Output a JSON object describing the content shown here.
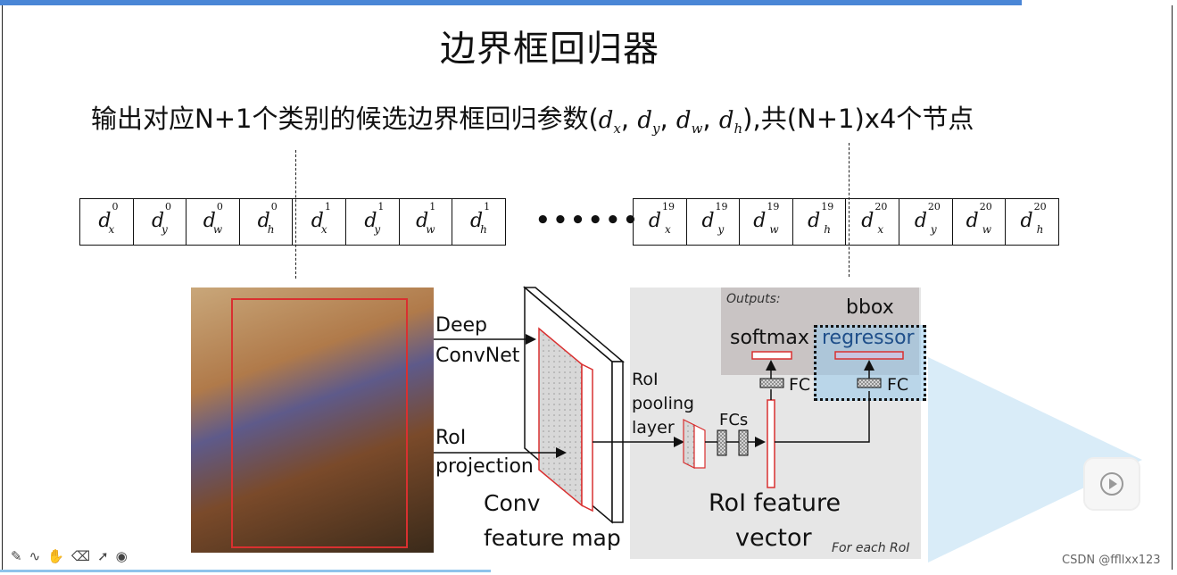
{
  "slide": {
    "title": "边界框回归器",
    "subtitle_prefix": "输出对应N+1个类别的候选边界框回归参数(",
    "subtitle_params": [
      "d",
      "x",
      "d",
      "y",
      "d",
      "w",
      "d",
      "h"
    ],
    "subtitle_suffix": "),共(N+1)x4个节点"
  },
  "params_row_left": [
    {
      "d": "d",
      "sup": "0",
      "sub": "x"
    },
    {
      "d": "d",
      "sup": "0",
      "sub": "y"
    },
    {
      "d": "d",
      "sup": "0",
      "sub": "w"
    },
    {
      "d": "d",
      "sup": "0",
      "sub": "h"
    },
    {
      "d": "d",
      "sup": "1",
      "sub": "x"
    },
    {
      "d": "d",
      "sup": "1",
      "sub": "y"
    },
    {
      "d": "d",
      "sup": "1",
      "sub": "w"
    },
    {
      "d": "d",
      "sup": "1",
      "sub": "h"
    }
  ],
  "params_row_right": [
    {
      "d": "d",
      "sup": "19",
      "sub": "x"
    },
    {
      "d": "d",
      "sup": "19",
      "sub": "y"
    },
    {
      "d": "d",
      "sup": "19",
      "sub": "w"
    },
    {
      "d": "d",
      "sup": "19",
      "sub": "h"
    },
    {
      "d": "d",
      "sup": "20",
      "sub": "x"
    },
    {
      "d": "d",
      "sup": "20",
      "sub": "y"
    },
    {
      "d": "d",
      "sup": "20",
      "sub": "w"
    },
    {
      "d": "d",
      "sup": "20",
      "sub": "h"
    }
  ],
  "ellipsis": "••••••",
  "diagram": {
    "deep": "Deep",
    "convnet": "ConvNet",
    "roi": "RoI",
    "projection": "projection",
    "conv": "Conv",
    "feature_map": "feature map",
    "roi_pool_1": "RoI",
    "roi_pool_2": "pooling",
    "roi_pool_3": "layer",
    "fcs": "FCs",
    "roi_feature": "RoI feature",
    "vector": "vector",
    "outputs": "Outputs:",
    "softmax": "softmax",
    "bbox": "bbox",
    "regressor": "regressor",
    "fc_left": "FC",
    "fc_right": "FC",
    "for_each_roi": "For each RoI"
  },
  "watermark": "CSDN @ffllxx123",
  "colors": {
    "accent": "#4a86d6",
    "box_red": "#d93030",
    "panel": "#e6e6e6"
  },
  "toolbar_icons": [
    "pen-icon",
    "wave-icon",
    "hand-icon",
    "eraser-icon",
    "pointer-icon",
    "record-icon"
  ]
}
